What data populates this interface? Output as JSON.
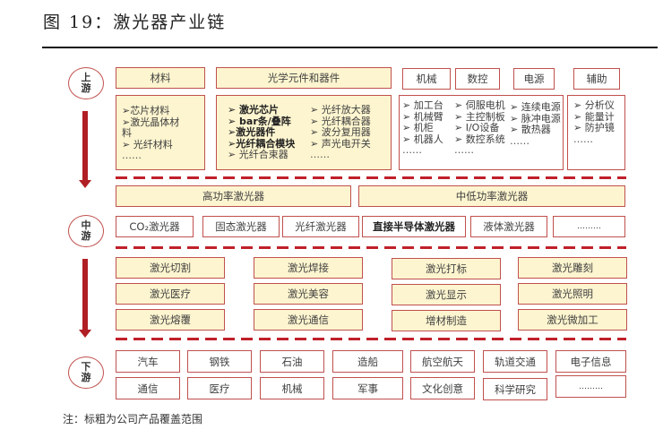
{
  "title": "图 19：激光器产业链",
  "note": "注：标粗为公司产品覆盖范围",
  "colors": {
    "border": "#c0504d",
    "fill": "#fdf5cf",
    "arrow": "#b01f24",
    "dash": "#c0202a"
  },
  "stages": {
    "upstream": [
      "上",
      "游"
    ],
    "midstream": [
      "中",
      "游"
    ],
    "downstream": [
      "下",
      "游"
    ]
  },
  "upstream": {
    "headers": [
      "材料",
      "光学元件和器件",
      "机械",
      "数控",
      "电源",
      "辅助"
    ],
    "materials": [
      "➢芯片材料",
      "➢激光晶体材",
      "料",
      "➢ 光纤材料",
      "……"
    ],
    "optics_col1": [
      {
        "text": "➢ 激光芯片",
        "bold": true
      },
      {
        "text": "➢ bar条/叠阵",
        "bold": true
      },
      {
        "text": "➢激光器件",
        "bold": true
      },
      {
        "text": "➢光纤耦合模块",
        "bold": true
      },
      {
        "text": "➢ 光纤合束器",
        "bold": false
      }
    ],
    "optics_col2": [
      "➢ 光纤放大器",
      "➢ 光纤耦合器",
      "➢ 波分复用器",
      "➢ 声光电开关",
      "……"
    ],
    "machinery": [
      "➢ 加工台",
      "➢ 机械臂",
      "➢ 机柜",
      "➢ 机器人",
      "……"
    ],
    "cnc": [
      "➢ 伺服电机",
      "➢ 主控制板",
      "➢ I/O设备",
      "➢ 数控系统",
      "……"
    ],
    "power": [
      "➢ 连续电源",
      "➢ 脉冲电源",
      "➢ 散热器",
      "……"
    ],
    "auxiliary": [
      "➢ 分析仪",
      "➢ 能量计",
      "➢ 防护镜",
      "……"
    ]
  },
  "midstream": {
    "categories": [
      "高功率激光器",
      "中低功率激光器"
    ],
    "types": [
      {
        "text": "CO₂激光器",
        "bold": false
      },
      {
        "text": "固态激光器",
        "bold": false
      },
      {
        "text": "光纤激光器",
        "bold": false
      },
      {
        "text": "直接半导体激光器",
        "bold": true
      },
      {
        "text": "液体激光器",
        "bold": false
      },
      {
        "text": "………",
        "bold": false
      }
    ]
  },
  "applications": [
    [
      "激光切割",
      "激光焊接",
      "激光打标",
      "激光雕刻"
    ],
    [
      "激光医疗",
      "激光美容",
      "激光显示",
      "激光照明"
    ],
    [
      "激光熔覆",
      "激光通信",
      "增材制造",
      "激光微加工"
    ]
  ],
  "downstream": [
    [
      "汽车",
      "钢铁",
      "石油",
      "造船",
      "航空航天",
      "轨道交通",
      "电子信息"
    ],
    [
      "通信",
      "医疗",
      "机械",
      "军事",
      "文化创意",
      "科学研究",
      "………"
    ]
  ]
}
